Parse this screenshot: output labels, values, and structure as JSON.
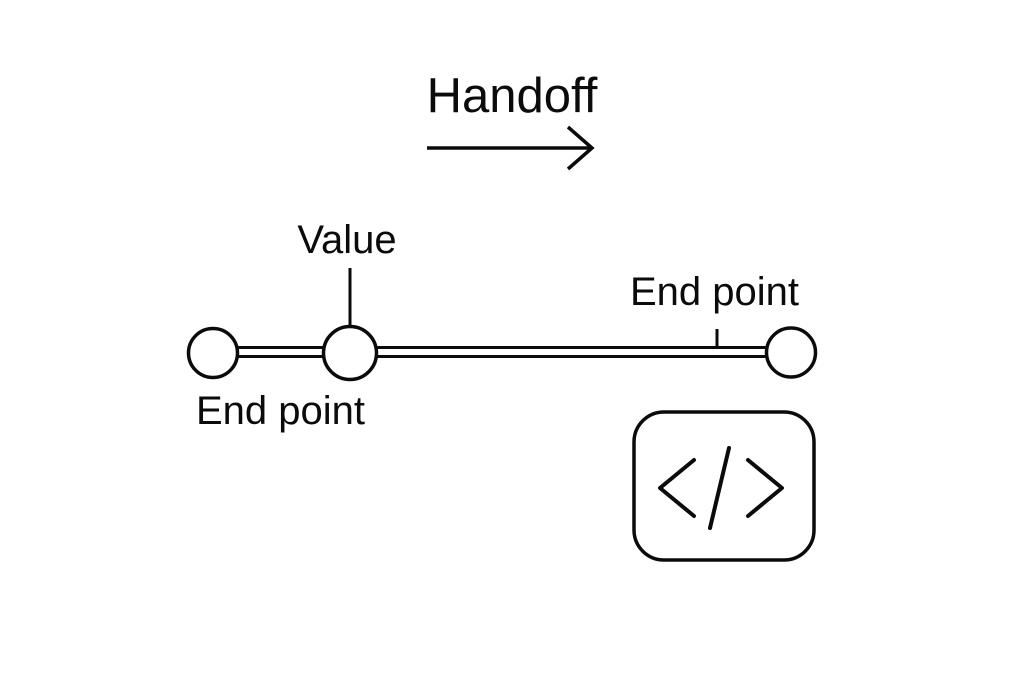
{
  "page": {
    "background_color": "#ffffff",
    "ink_color": "#0b0b0b"
  },
  "header": {
    "title": "Handoff",
    "arrow_icon": "arrow-right-icon"
  },
  "slider_diagram": {
    "value_label": "Value",
    "left_endpoint_label": "End point",
    "right_endpoint_label": "End point"
  },
  "code_badge": {
    "icon": "code-slash-icon"
  }
}
